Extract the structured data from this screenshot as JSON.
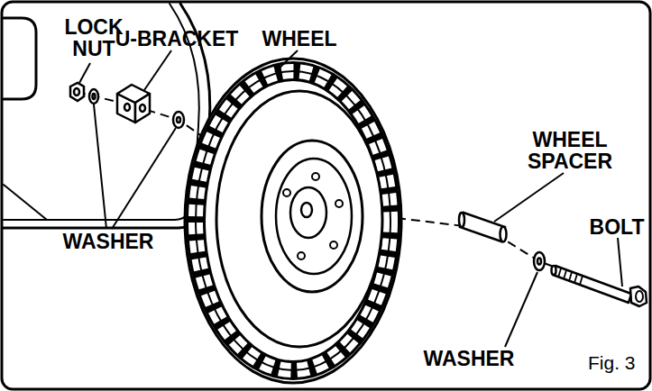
{
  "diagram": {
    "caption": "Fig. 3",
    "labels": [
      "LOCK NUT",
      "U-BRACKET",
      "WHEEL",
      "WASHER",
      "WHEEL SPACER",
      "BOLT",
      "WASHER"
    ]
  }
}
